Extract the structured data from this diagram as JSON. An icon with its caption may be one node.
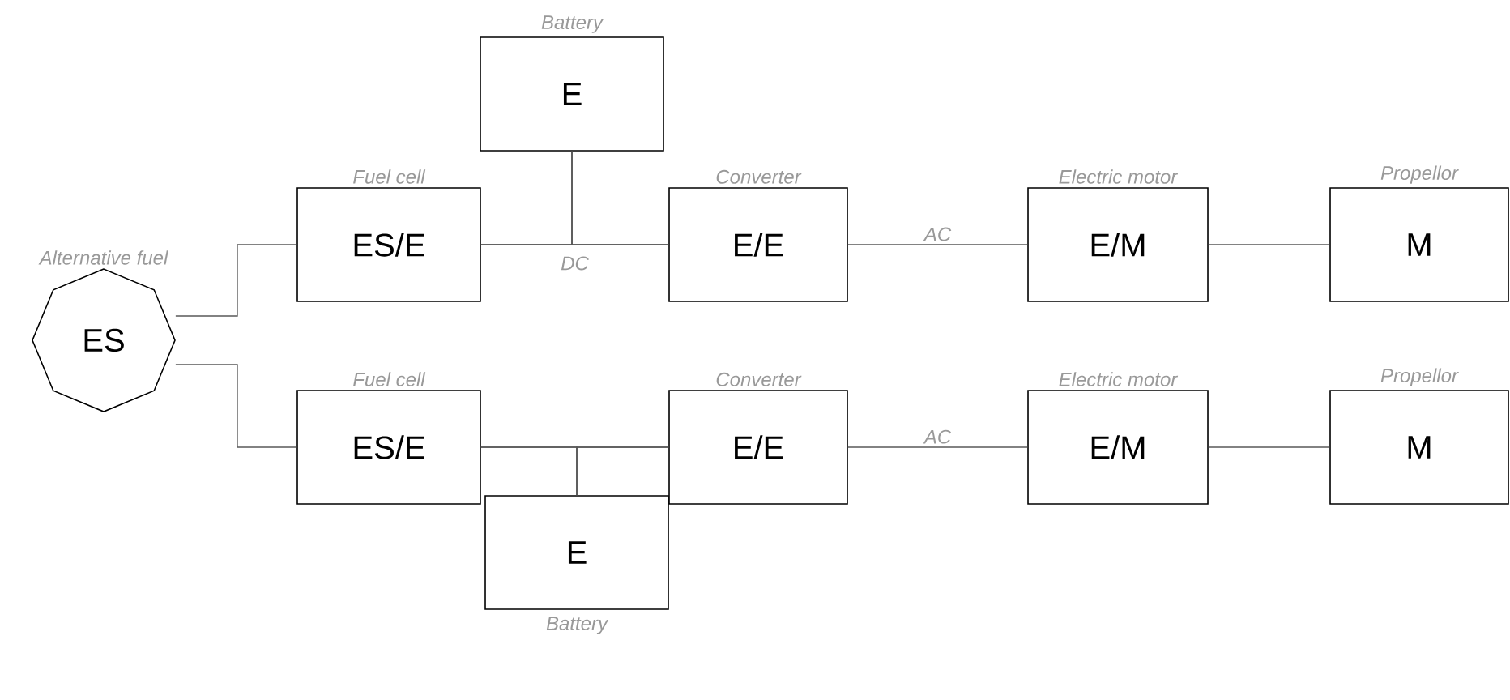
{
  "diagram": {
    "nodes": [
      {
        "text": [
          "ES"
        ],
        "beside": [
          "Alternative fuel"
        ]
      },
      {
        "text": [
          "ES/E"
        ],
        "beside": [
          "Fuel cell"
        ]
      },
      {
        "text": [
          "E"
        ],
        "beside": [
          "Battery"
        ]
      },
      {
        "text": [
          "E/E"
        ],
        "beside": [
          "Converter"
        ]
      },
      {
        "text": [
          "E/M"
        ],
        "beside": [
          "Electric motor"
        ]
      },
      {
        "text": [
          "M"
        ],
        "beside": [
          "Propellor"
        ]
      },
      {
        "text": [
          "ES/E"
        ],
        "beside": [
          "Fuel cell"
        ]
      },
      {
        "text": [
          "E/E"
        ],
        "beside": [
          "Converter"
        ]
      },
      {
        "text": [
          "E/M"
        ],
        "beside": [
          "Electric motor"
        ]
      },
      {
        "text": [
          "M"
        ],
        "beside": [
          "Propellor"
        ]
      },
      {
        "text": [
          "E"
        ],
        "beside": [
          "Battery"
        ]
      }
    ],
    "edges": [
      {
        "from": 0,
        "to": 1,
        "arrow": "none"
      },
      {
        "from": 0,
        "to": 6,
        "arrow": "none"
      },
      {
        "from": 1,
        "to": 3,
        "arrow": "none",
        "label": "DC"
      },
      {
        "from": 2,
        "to": 1,
        "arrow": "none"
      },
      {
        "from": 2,
        "to": 3,
        "arrow": "none"
      },
      {
        "from": 3,
        "to": 4,
        "arrow": "none",
        "label": "AC"
      },
      {
        "from": 4,
        "to": 5,
        "arrow": "none"
      },
      {
        "from": 6,
        "to": 7,
        "arrow": "none"
      },
      {
        "from": 10,
        "to": 6,
        "arrow": "none"
      },
      {
        "from": 10,
        "to": 7,
        "arrow": "none"
      },
      {
        "from": 7,
        "to": 8,
        "arrow": "none",
        "label": "AC"
      },
      {
        "from": 8,
        "to": 9,
        "arrow": "none"
      }
    ]
  }
}
